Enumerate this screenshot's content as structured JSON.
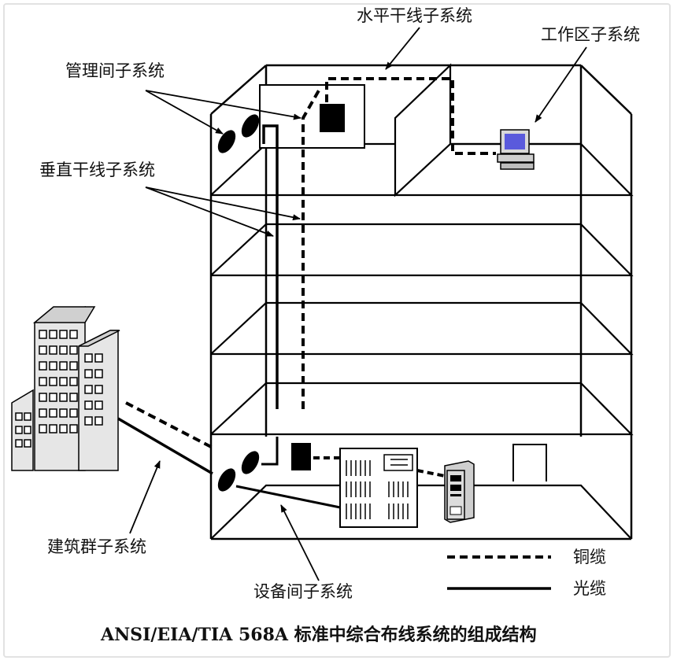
{
  "labels": {
    "horizontal": "水平干线子系统",
    "work_area": "工作区子系统",
    "administration": "管理间子系统",
    "vertical": "垂直干线子系统",
    "campus": "建筑群子系统",
    "equipment_room": "设备间子系统"
  },
  "legend": {
    "copper": "铜缆",
    "fiber": "光缆"
  },
  "caption": "ANSI/EIA/TIA 568A 标准中综合布线系统的组成结构",
  "colors": {
    "line": "#000000",
    "building_fill": "#e6e6e6",
    "screen": "#5a5adc"
  }
}
